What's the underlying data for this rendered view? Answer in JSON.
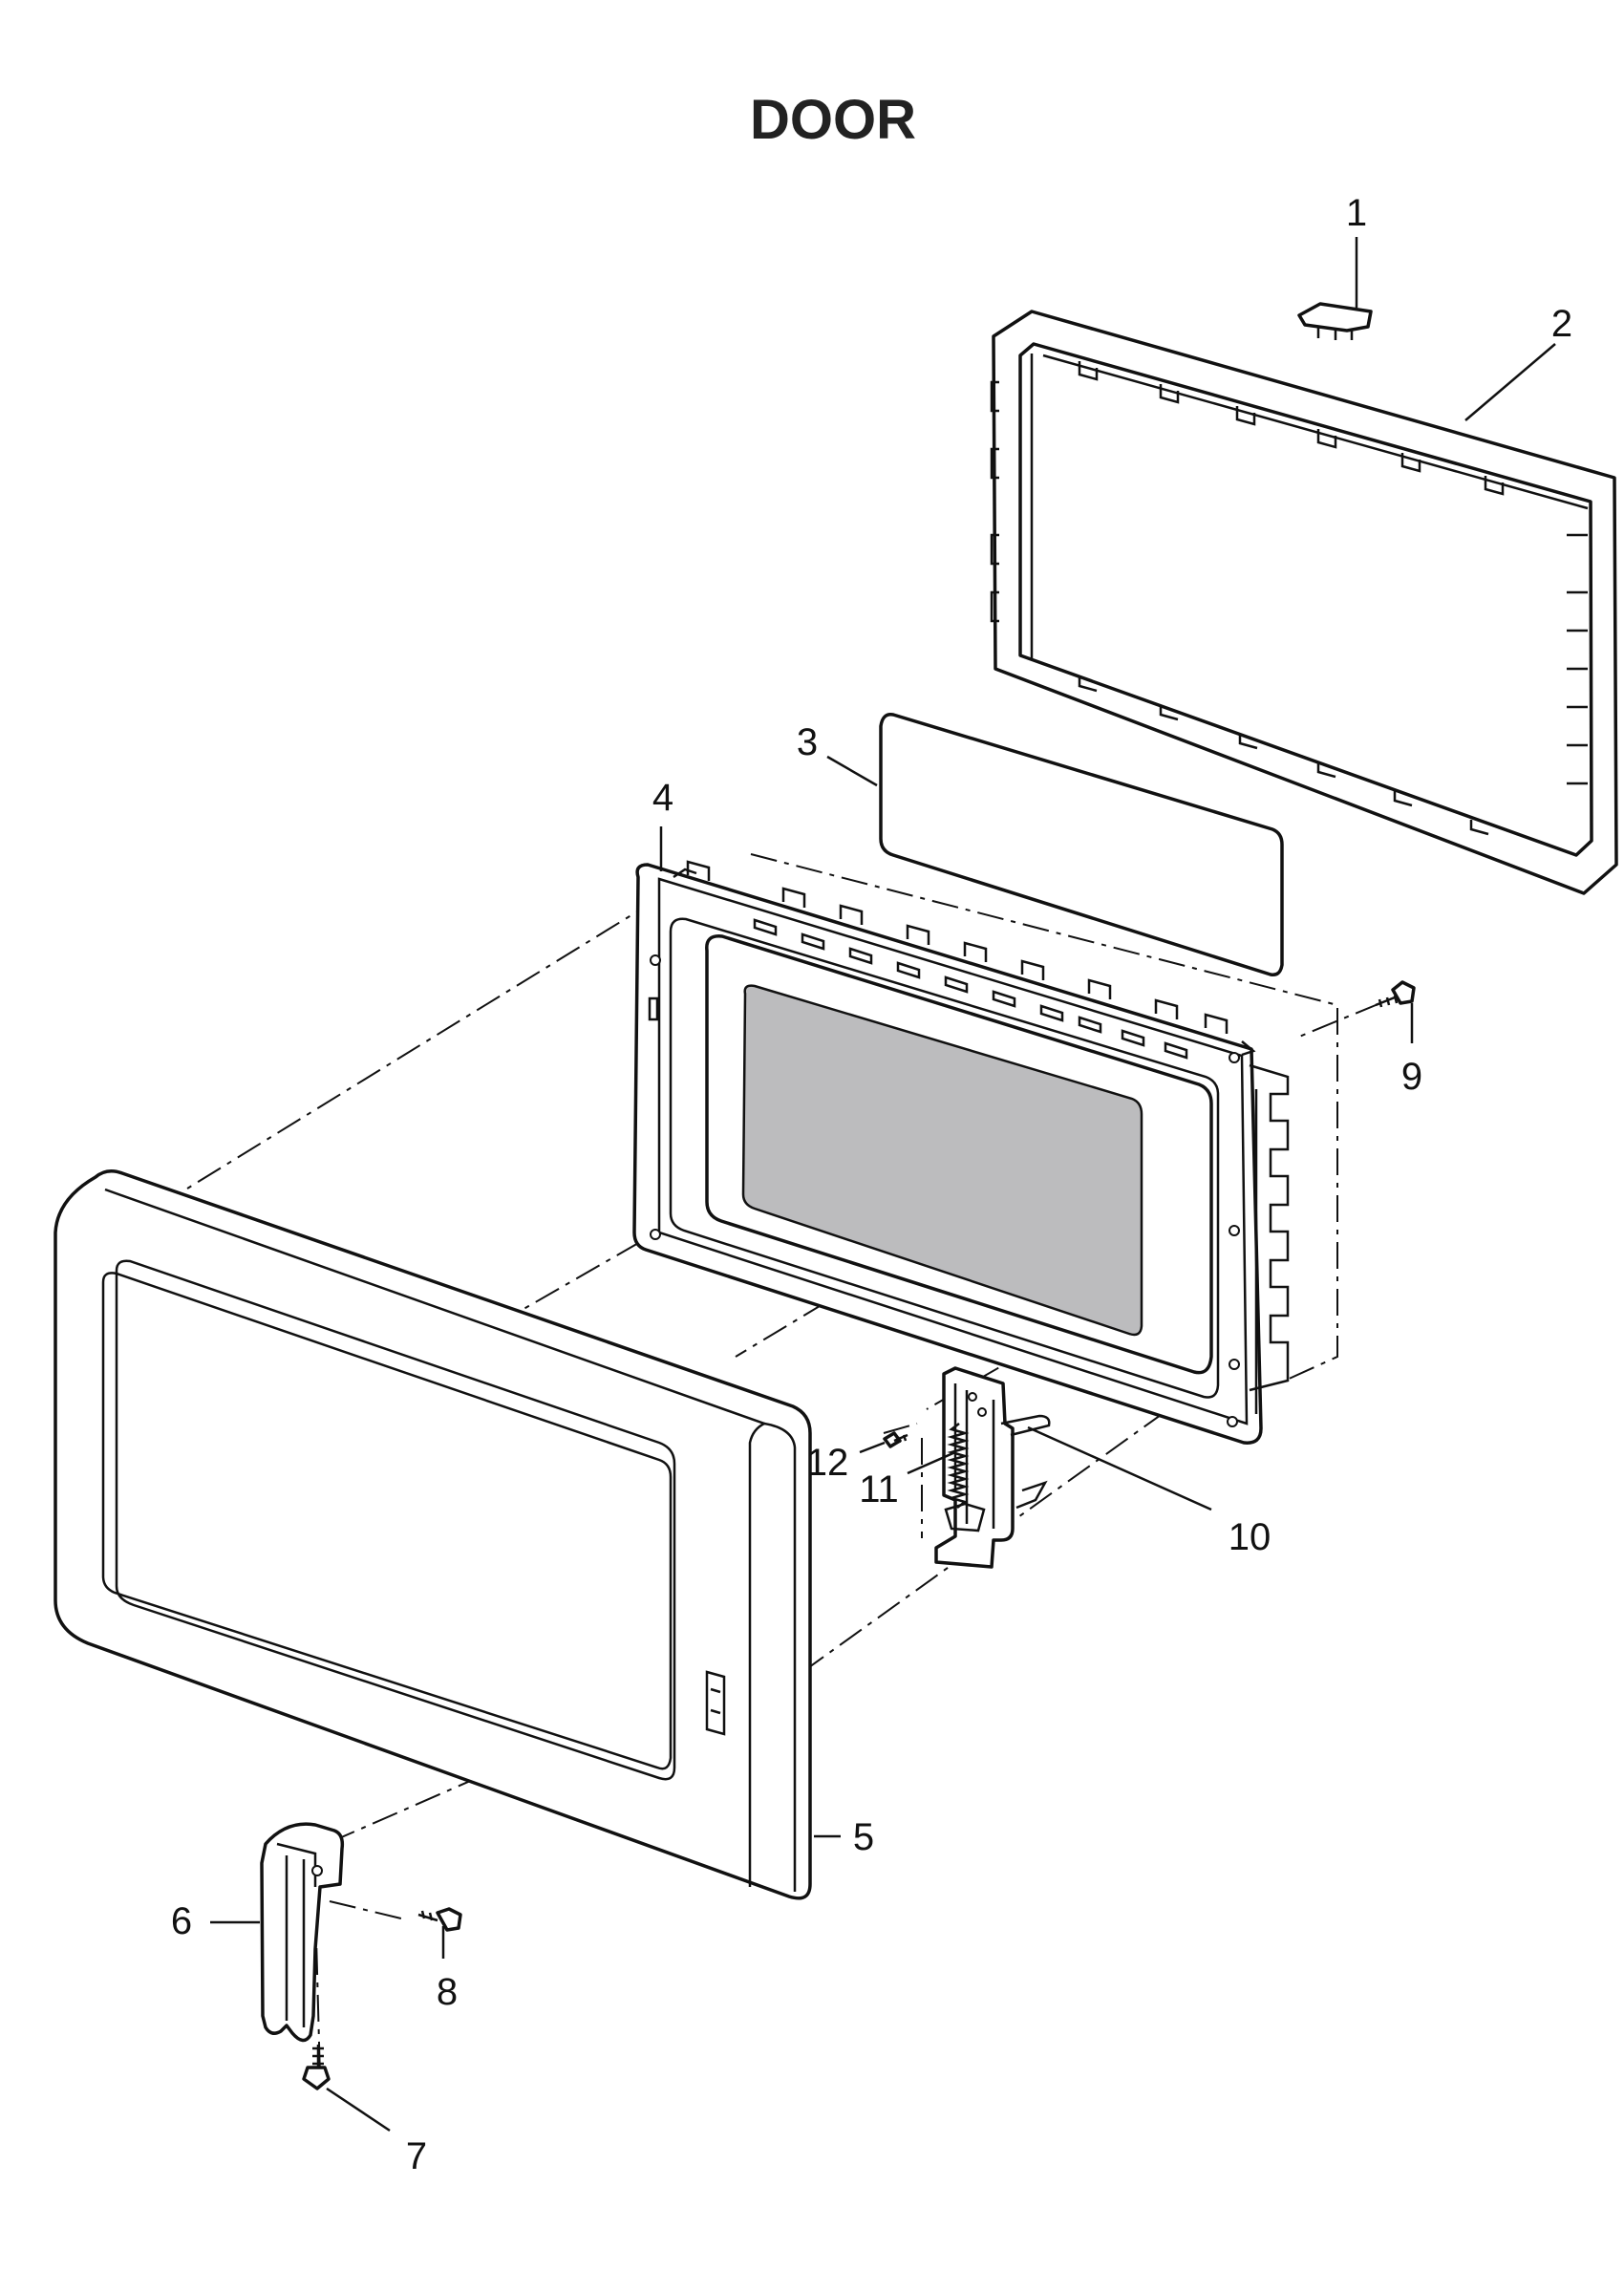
{
  "title": "DOOR",
  "callouts": [
    {
      "id": "1",
      "label": "1"
    },
    {
      "id": "2",
      "label": "2"
    },
    {
      "id": "3",
      "label": "3"
    },
    {
      "id": "4",
      "label": "4"
    },
    {
      "id": "5",
      "label": "5"
    },
    {
      "id": "6",
      "label": "6"
    },
    {
      "id": "7",
      "label": "7"
    },
    {
      "id": "8",
      "label": "8"
    },
    {
      "id": "9",
      "label": "9"
    },
    {
      "id": "10",
      "label": "10"
    },
    {
      "id": "11",
      "label": "11"
    },
    {
      "id": "12",
      "label": "12"
    }
  ],
  "colors": {
    "ink": "#111111",
    "glass": "#bcbcbe",
    "background": "#ffffff"
  }
}
